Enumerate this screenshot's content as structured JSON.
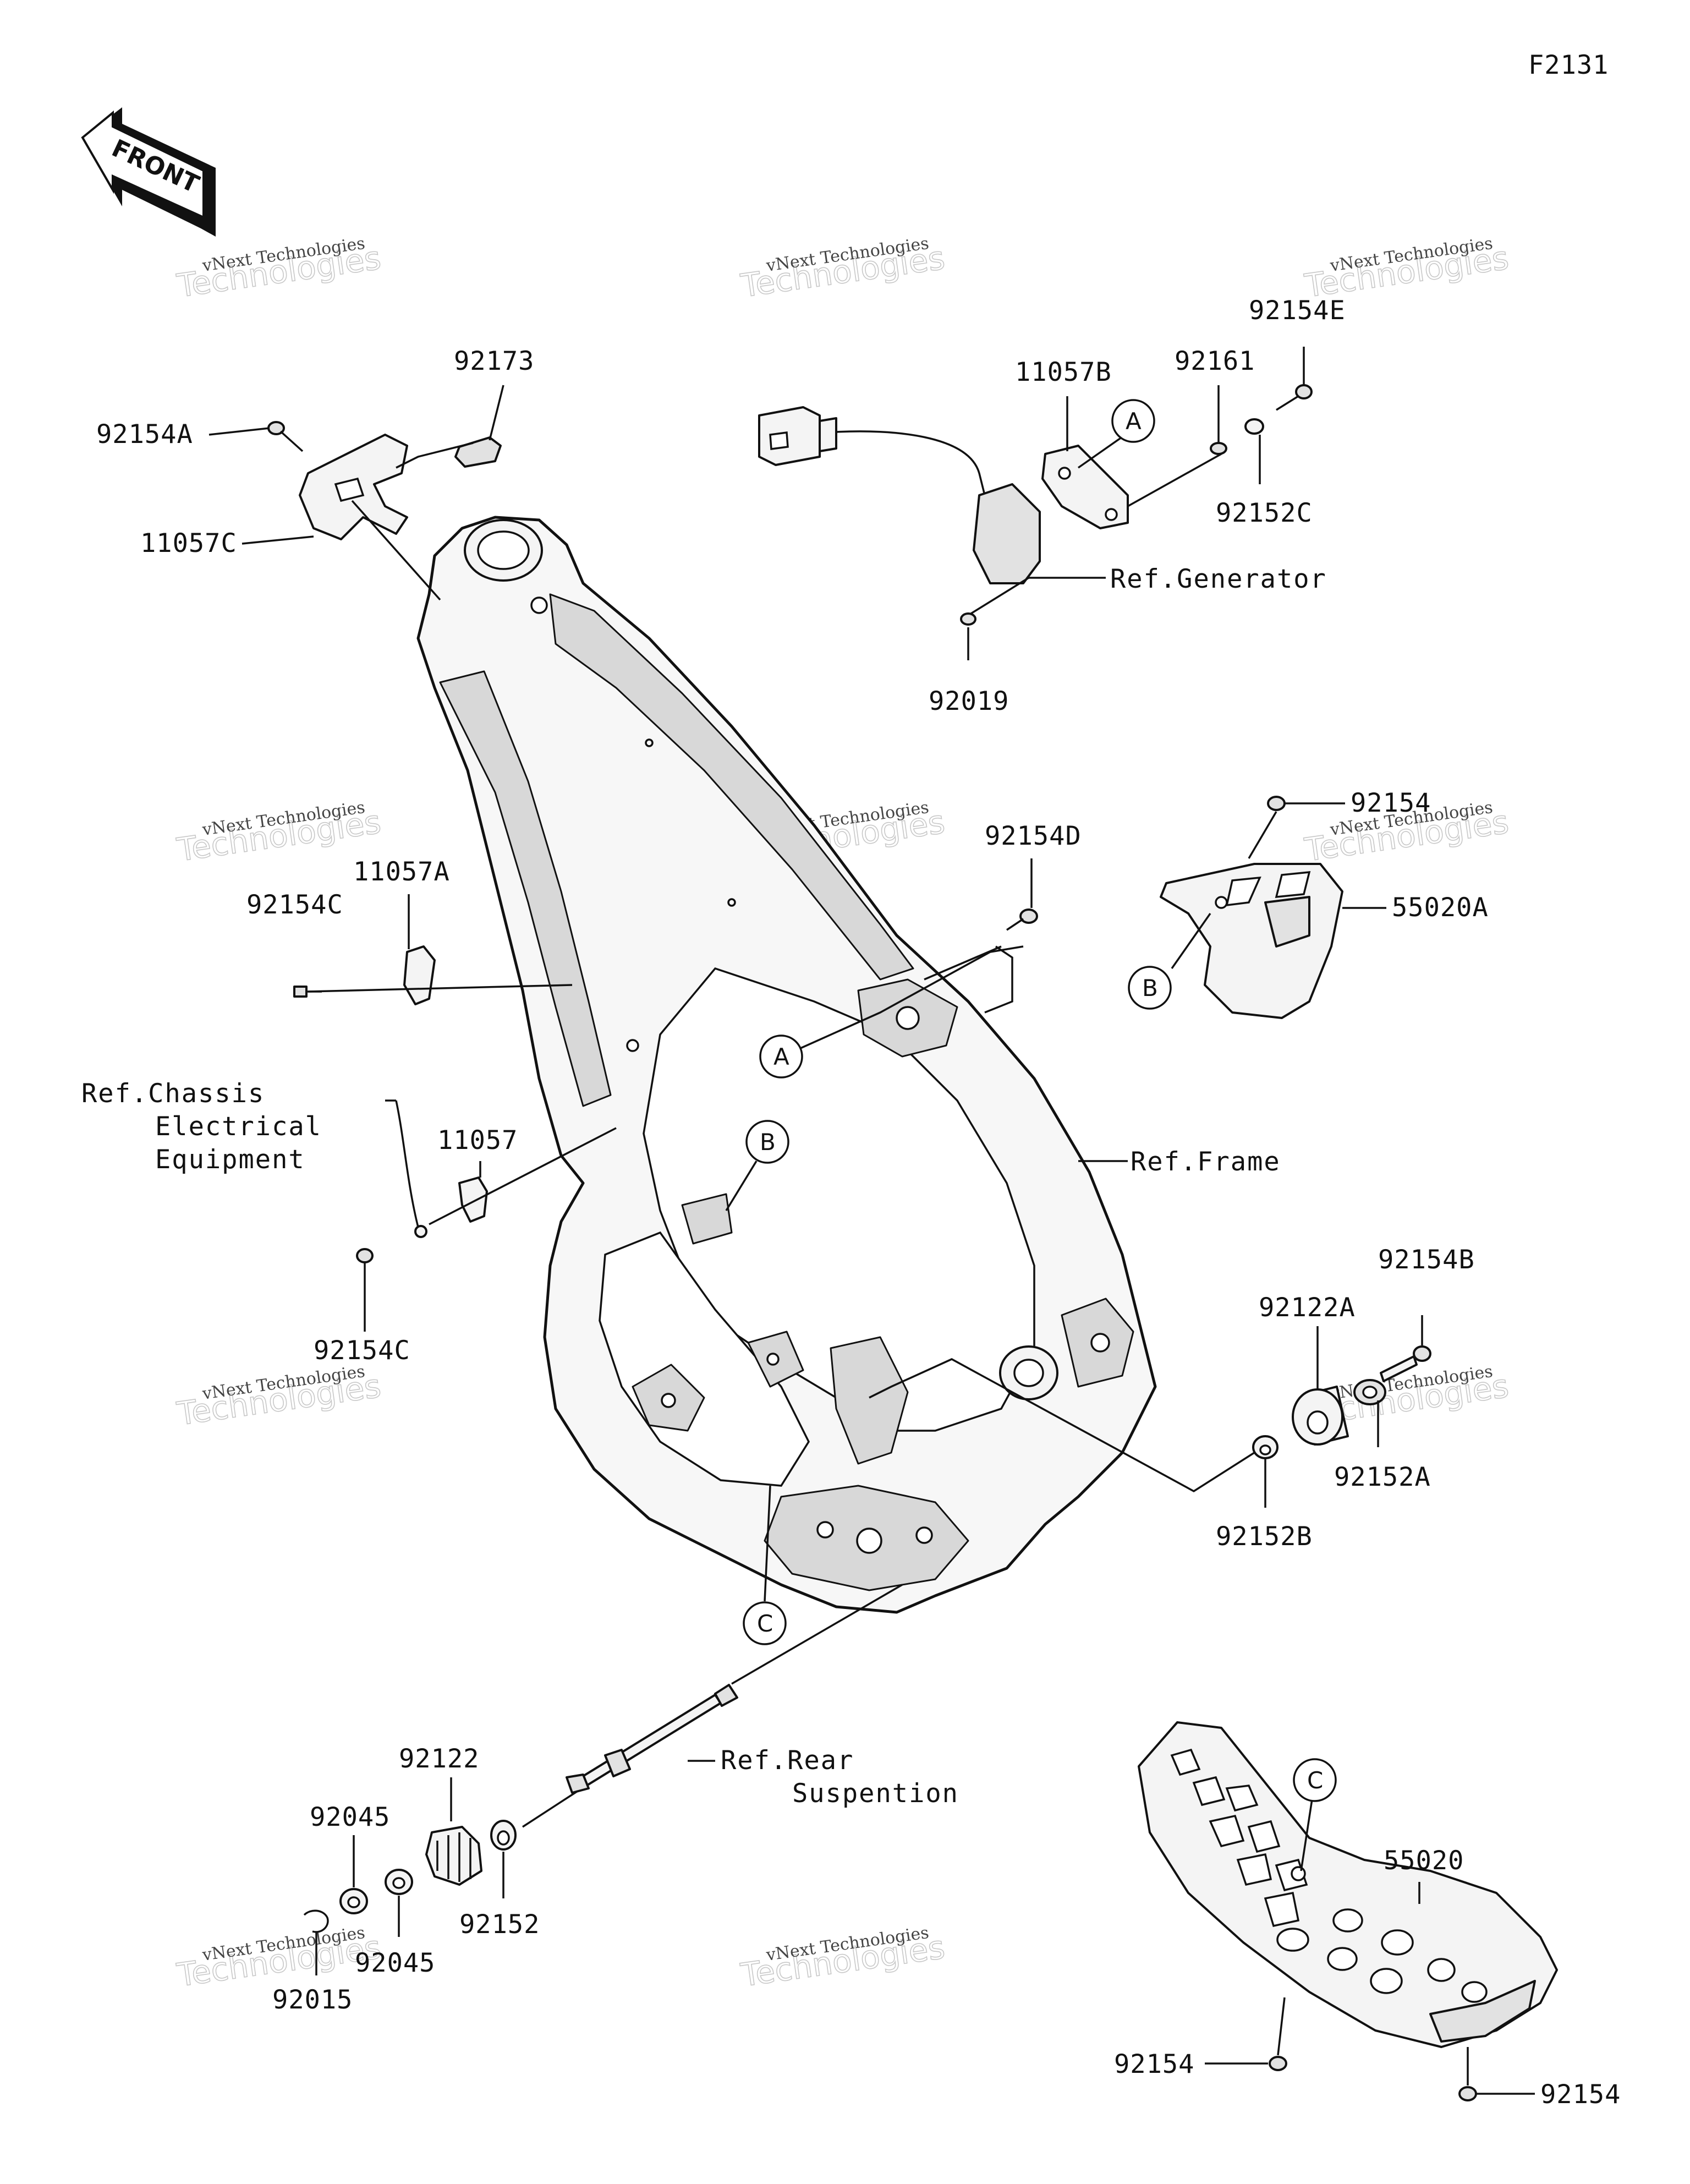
{
  "figure_code": "F2131",
  "direction_marker": "FRONT",
  "watermark": {
    "line1": "vNext Technologies",
    "line2": "Technologies",
    "line3": "vNext"
  },
  "callouts": {
    "a": "A",
    "b": "B",
    "c": "C"
  },
  "parts": {
    "p92173": "92173",
    "p92154A": "92154A",
    "p11057C": "11057C",
    "p11057B": "11057B",
    "p92161": "92161",
    "p92154E": "92154E",
    "p92152C": "92152C",
    "p92019": "92019",
    "p92154_top": "92154",
    "p55020A": "55020A",
    "p92154D": "92154D",
    "p11057A": "11057A",
    "p92154C_top": "92154C",
    "p11057": "11057",
    "p92154C_bottom": "92154C",
    "p92154B": "92154B",
    "p92122A": "92122A",
    "p92152A": "92152A",
    "p92152B": "92152B",
    "p92122": "92122",
    "p92045_top": "92045",
    "p92045_bottom": "92045",
    "p92152": "92152",
    "p92015": "92015",
    "p55020": "55020",
    "p92154_bl": "92154",
    "p92154_br": "92154"
  },
  "references": {
    "generator": "Ref.Generator",
    "frame": "Ref.Frame",
    "chassis_line1": "Ref.Chassis",
    "chassis_line2": "Electrical",
    "chassis_line3": "Equipment",
    "rear_line1": "Ref.Rear",
    "rear_line2": "Suspention"
  }
}
